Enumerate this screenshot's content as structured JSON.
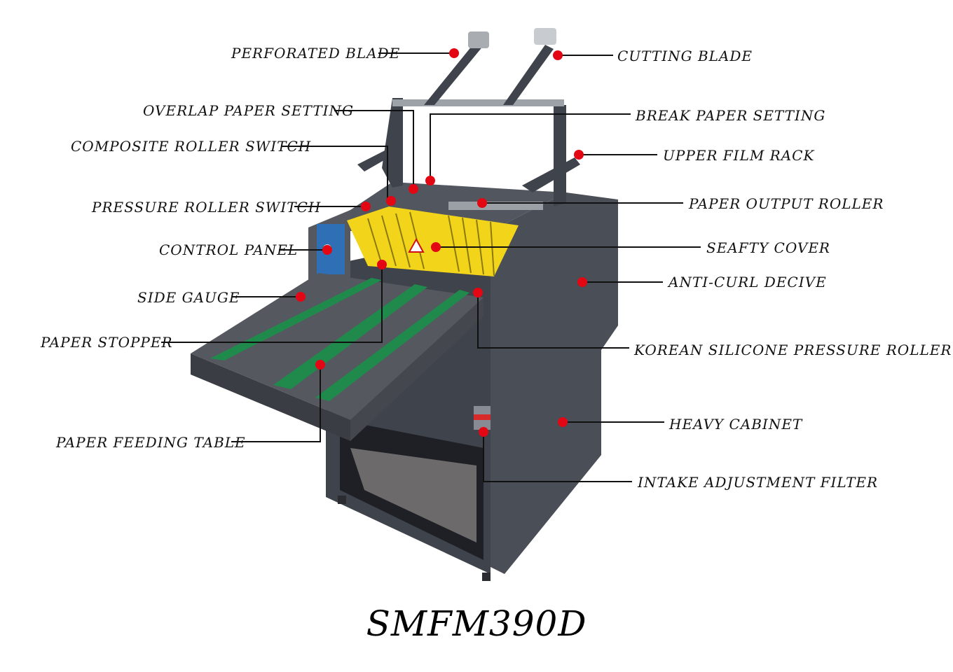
{
  "title": "SMFM390D",
  "colors": {
    "marker": "#e30613",
    "cabinet": "#4a4e57",
    "cover": "#f2d41a",
    "belt": "#1f8a4c",
    "panel": "#2f6fb5",
    "leader": "#111111"
  },
  "labels": {
    "perforated_blade": "PERFORATED BLADE",
    "cutting_blade": "CUTTING BLADE",
    "overlap_paper_setting": "OVERLAP PAPER SETTING",
    "break_paper_setting": "BREAK PAPER SETTING",
    "composite_roller_switch": "COMPOSITE ROLLER SWITCH",
    "upper_film_rack": "UPPER FILM RACK",
    "pressure_roller_switch": "PRESSURE ROLLER SWITCH",
    "paper_output_roller": "PAPER OUTPUT ROLLER",
    "control_panel": "CONTROL PANEL",
    "seafty_cover": "SEAFTY COVER",
    "anti_curl_decive": "ANTI-CURL DECIVE",
    "side_gauge": "SIDE GAUGE",
    "korean_silicone_pressure_roller": "KOREAN SILICONE PRESSURE ROLLER",
    "paper_stopper": "PAPER STOPPER",
    "heavy_cabinet": "HEAVY CABINET",
    "paper_feeding_table": "PAPER FEEDING TABLE",
    "intake_adjustment_filter": "INTAKE ADJUSTMENT FILTER"
  }
}
